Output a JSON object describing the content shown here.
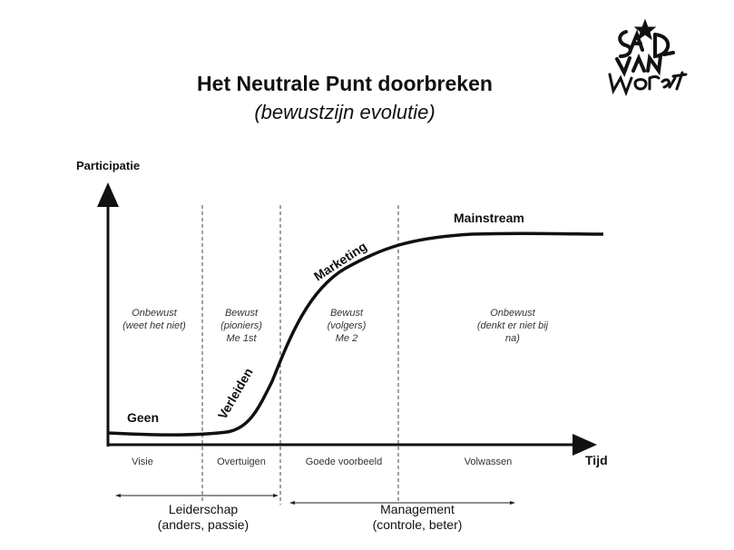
{
  "title": "Het Neutrale Punt doorbreken",
  "subtitle": "(bewustzijn evolutie)",
  "logo_text": "STAD VAN MORGEN",
  "y_axis_label": "Participatie",
  "x_axis_label": "Tijd",
  "curve_labels": [
    "Geen",
    "Verleiden",
    "Marketing",
    "Mainstream"
  ],
  "zones": [
    {
      "lines": [
        "Onbewust",
        "(weet het niet)"
      ],
      "phase": "Visie"
    },
    {
      "lines": [
        "Bewust",
        "(pioniers)",
        "Me 1st"
      ],
      "phase": "Overtuigen"
    },
    {
      "lines": [
        "Bewust",
        "(volgers)",
        "Me 2"
      ],
      "phase": "Goede voorbeeld"
    },
    {
      "lines": [
        "Onbewust",
        "(denkt er niet bij",
        "na)"
      ],
      "phase": "Volwassen"
    }
  ],
  "spans": [
    {
      "lines": [
        "Leiderschap",
        "(anders, passie)"
      ]
    },
    {
      "lines": [
        "Management",
        "(controle, beter)"
      ]
    }
  ]
}
